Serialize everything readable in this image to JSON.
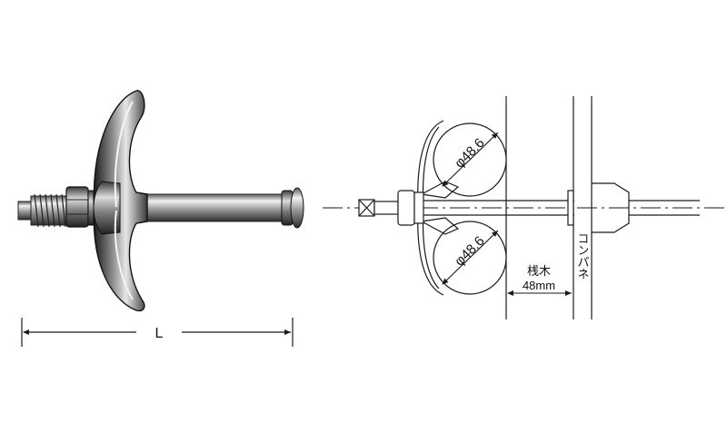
{
  "left_view": {
    "length_label": "L"
  },
  "right_view": {
    "pipe_label_top": "φ48.6",
    "pipe_label_bottom": "φ48.6",
    "bar_label": "桟木",
    "bar_width_label": "48mm",
    "panel_label": "コンパネ"
  },
  "colors": {
    "line": "#1a1a1a",
    "metal_dark": "#2b2b2b",
    "metal_light": "#e8e8e8"
  }
}
